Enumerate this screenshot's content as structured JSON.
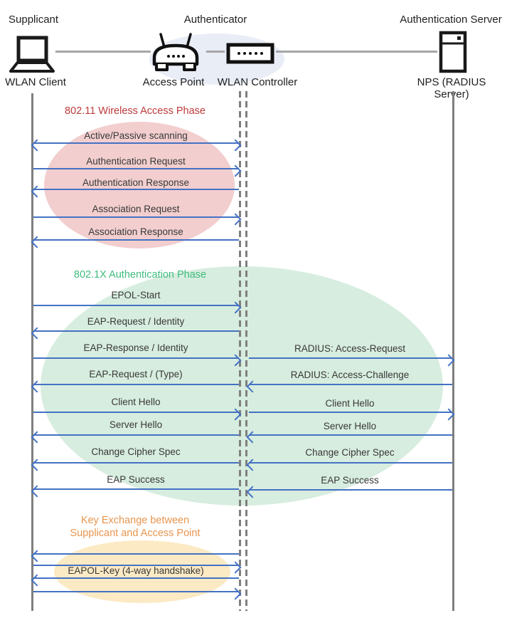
{
  "header": {
    "roles": [
      "Supplicant",
      "Authenticator",
      "Authentication Server"
    ]
  },
  "nodes": [
    {
      "label": "WLAN Client",
      "icon": "laptop-icon"
    },
    {
      "label": "Access Point",
      "icon": "access-point-icon"
    },
    {
      "label": "WLAN Controller",
      "icon": "wlan-controller-icon"
    },
    {
      "label": "NPS (RADIUS Server)",
      "icon": "server-icon"
    }
  ],
  "phases": [
    {
      "title": "802.11 Wireless Access Phase",
      "title_color": "#be3a3a",
      "ellipse_color": "#f2cece"
    },
    {
      "title": "802.1X Authentication Phase",
      "title_color": "#3fbc7e",
      "ellipse_color": "#d7eddf"
    },
    {
      "title_line1": "Key Exchange between",
      "title_line2": "Supplicant and Access Point",
      "title_color": "#e8954f",
      "ellipse_color": "#fceac4"
    }
  ],
  "messages": {
    "client_to_controller": [
      {
        "label": "Active/Passive scanning",
        "direction": "both"
      },
      {
        "label": "Authentication Request",
        "direction": "right"
      },
      {
        "label": "Authentication Response",
        "direction": "left"
      },
      {
        "label": "Association Request",
        "direction": "right"
      },
      {
        "label": "Association Response",
        "direction": "left"
      },
      {
        "label": "EPOL-Start",
        "direction": "right"
      },
      {
        "label": "EAP-Request / Identity",
        "direction": "left"
      },
      {
        "label": "EAP-Response / Identity",
        "direction": "right"
      },
      {
        "label": "EAP-Request / (Type)",
        "direction": "left"
      },
      {
        "label": "Client Hello",
        "direction": "right"
      },
      {
        "label": "Server Hello",
        "direction": "left"
      },
      {
        "label": "Change Cipher Spec",
        "direction": "left"
      },
      {
        "label": "EAP Success",
        "direction": "left"
      },
      {
        "label": "",
        "direction": "left"
      },
      {
        "label": "",
        "direction": "right"
      },
      {
        "label": "EAPOL-Key (4-way handshake)",
        "direction": "left"
      },
      {
        "label": "",
        "direction": "right"
      }
    ],
    "controller_to_server": [
      {
        "label": "RADIUS: Access-Request",
        "direction": "right"
      },
      {
        "label": "RADIUS: Access-Challenge",
        "direction": "left"
      },
      {
        "label": "Client Hello",
        "direction": "right"
      },
      {
        "label": "Server Hello",
        "direction": "left"
      },
      {
        "label": "Change Cipher Spec",
        "direction": "left"
      },
      {
        "label": "EAP Success",
        "direction": "left"
      }
    ]
  },
  "colors": {
    "arrow": "#4472c4",
    "lifeline": "#7f7f7f",
    "connector": "#a6a6a6",
    "header_ellipse": "#e9edf6"
  }
}
